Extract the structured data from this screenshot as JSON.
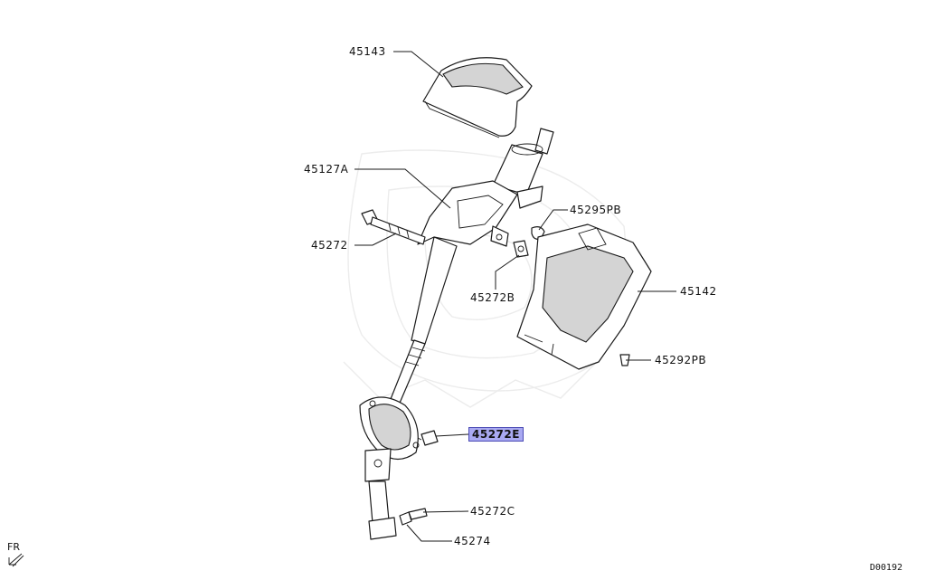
{
  "diagram": {
    "callouts": [
      {
        "id": "45143",
        "label": "45143"
      },
      {
        "id": "45127A",
        "label": "45127A"
      },
      {
        "id": "45272",
        "label": "45272"
      },
      {
        "id": "45295PB",
        "label": "45295PB"
      },
      {
        "id": "45272B",
        "label": "45272B"
      },
      {
        "id": "45142",
        "label": "45142"
      },
      {
        "id": "45292PB",
        "label": "45292PB"
      },
      {
        "id": "45272E",
        "label": "45272E",
        "highlighted": true
      },
      {
        "id": "45272C",
        "label": "45272C"
      },
      {
        "id": "45274",
        "label": "45274"
      }
    ],
    "direction_label": "FR",
    "diagram_code": "D00192",
    "highlight_color": "#a9a9f2"
  }
}
